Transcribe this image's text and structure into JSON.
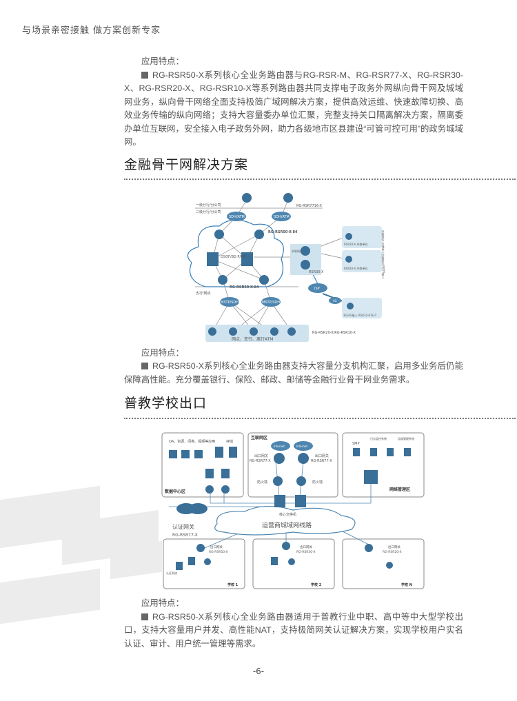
{
  "header": {
    "tagline": "与场景亲密接触  做方案创新专家"
  },
  "section0": {
    "label": "应用特点：",
    "text": "RG-RSR50-X系列核心全业务路由器与RG-RSR-M、RG-RSR77-X、RG-RSR30-X、RG-RSR20-X、RG-RSR10-X等系列路由器共同支撑电子政务外网纵向骨干网及城域网业务，纵向骨干网络全面支持极简广域网解决方案，提供高效运维、快速故障切换、高效业务传输的纵向网络；支持大容量委办单位汇聚，完整支持关口隔离解决方案，隔离委办单位互联网，安全接入电子政务外网，助力各级地市区县建设“可管可控可用”的政务城域网。"
  },
  "section1": {
    "title": "金融骨干网解决方案",
    "label": "应用特点：",
    "text": "RG-RSR50-X系列核心全业务路由器支持大容量分支机构汇聚，启用多业务后仍能保障高性能。充分覆盖银行、保险、邮政、邮储等金融行业骨干网业务需求。",
    "diagram": {
      "l1": "一级分行/分公司",
      "l2": "二级分行/分公司",
      "top_model": "RG-RSR7716-X",
      "sdh": "SDH/ATM",
      "core_model": "RG-RSR50-X-84",
      "ospf": "OSOF/BG P/RIP",
      "agg_model": "RG-RSR50-X-84",
      "branch": "支行/网点",
      "mstp": "MSTP/SDH",
      "outer_zone": "外联网区",
      "rsr30": "RSR30-X",
      "rsr20a": "RSR20-X 外联单位",
      "rsr20b": "RSR20-X 外联单位",
      "ext1": "外联单位 专线接入",
      "ext2": "外联单位 MSTP接入",
      "isp": "ISP",
      "g4": "4G",
      "g4access": "3G/4G接入 RSR10-01G-T",
      "edge_model": "RG-RSR20-X/RG-RSR10-X",
      "atm": "网点、支行、离行ATM"
    }
  },
  "section2": {
    "title": "普教学校出口",
    "label": "应用特点：",
    "text": "RG-RSR50-X系列核心全业务路由器适用于普教行业中职、高中等中大型学校出口，支持大容量用户并发、高性能NAT，支持极简网关认证解决方案，实现学校用户实名认证、审计、用户统一管理等需求。",
    "diagram": {
      "dc_apps": "OA、资源、阅卷、视频等应用",
      "storage": "存储",
      "dc_zone": "数据中心区",
      "inet_zone": "互联网区",
      "internet": "Internet",
      "egw": "出口网关",
      "rsr77": "RG-RSR77-X",
      "fw": "防火墙",
      "smp": "SMP",
      "log": "日志监控系统",
      "ops": "运维管理系统",
      "nm_zone": "网络管理区",
      "core": "核心交换机",
      "auth_gw": "认证网关",
      "auth_model": "RG-RSR77-X",
      "wan": "运营商城域网线路",
      "s1_model": "RG-RSR50-X",
      "s2_model": "RG-RSR30-X",
      "sn_model": "RG-RSR20-X",
      "auth_sys": "认证系统",
      "school1": "学校 1",
      "school2": "学校 2",
      "schoolN": "学校 N"
    }
  },
  "footer": {
    "page": "-6-"
  },
  "colors": {
    "blue": "#3a6f98",
    "light": "#cfe3ef"
  }
}
